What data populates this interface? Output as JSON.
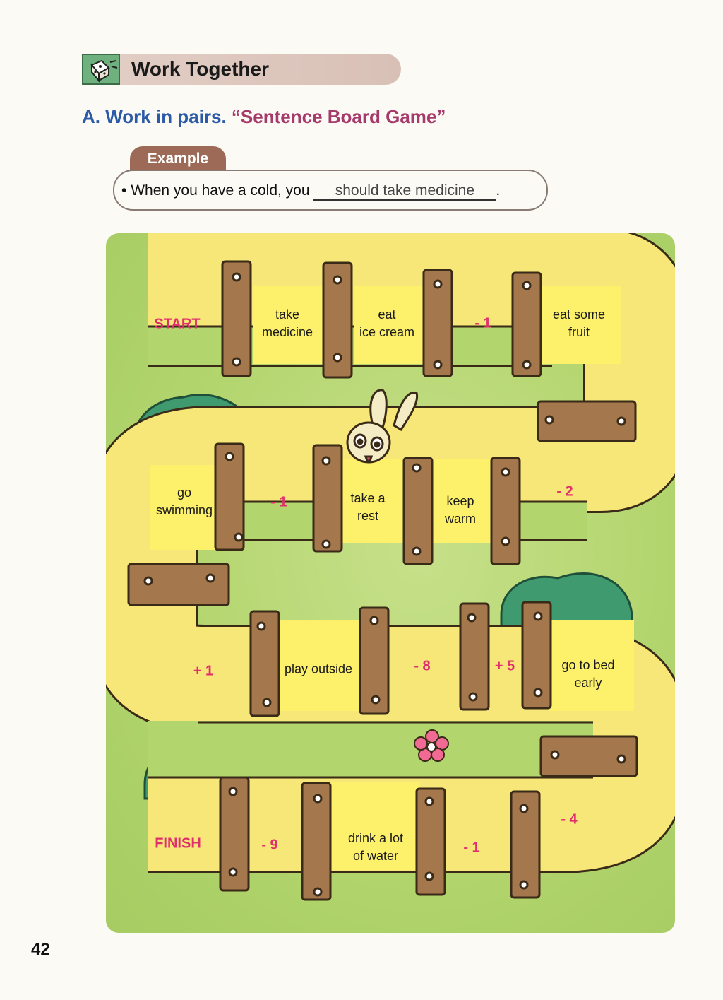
{
  "header": {
    "title": "Work Together",
    "icon": "dice-icon"
  },
  "section": {
    "label": "A. Work in pairs.",
    "game_title": "“Sentence Board Game”"
  },
  "example": {
    "tab": "Example",
    "bullet": "•",
    "sentence": "When you have a cold, you",
    "answer": "should take medicine",
    "end": "."
  },
  "board": {
    "start": "START",
    "finish": "FINISH",
    "cells": {
      "take_medicine": [
        "take",
        "medicine"
      ],
      "eat_ice_cream": [
        "eat",
        "ice cream"
      ],
      "eat_some_fruit": [
        "eat some",
        "fruit"
      ],
      "go_swimming": [
        "go",
        "swimming"
      ],
      "take_a_rest": [
        "take a",
        "rest"
      ],
      "keep_warm": [
        "keep",
        "warm"
      ],
      "play_outside": "play outside",
      "go_to_bed_early": [
        "go to bed",
        "early"
      ],
      "drink_water": [
        "drink a lot",
        "of water"
      ]
    },
    "penalties": {
      "row1": "- 1",
      "row2_left": "- 1",
      "row2_right": "- 2",
      "row3_left": "+ 1",
      "row3_mid": "- 8",
      "row3_right": "+ 5",
      "row4_right": "- 4",
      "row4_mid": "- 1",
      "row4_left": "- 9"
    }
  },
  "page_number": "42",
  "colors": {
    "path": "#f7e779",
    "cell": "#fdf06a",
    "wood": "#a4774c",
    "grass": "#b3d56e",
    "bush": "#3f9b6f",
    "penalty": "#e0306c"
  }
}
